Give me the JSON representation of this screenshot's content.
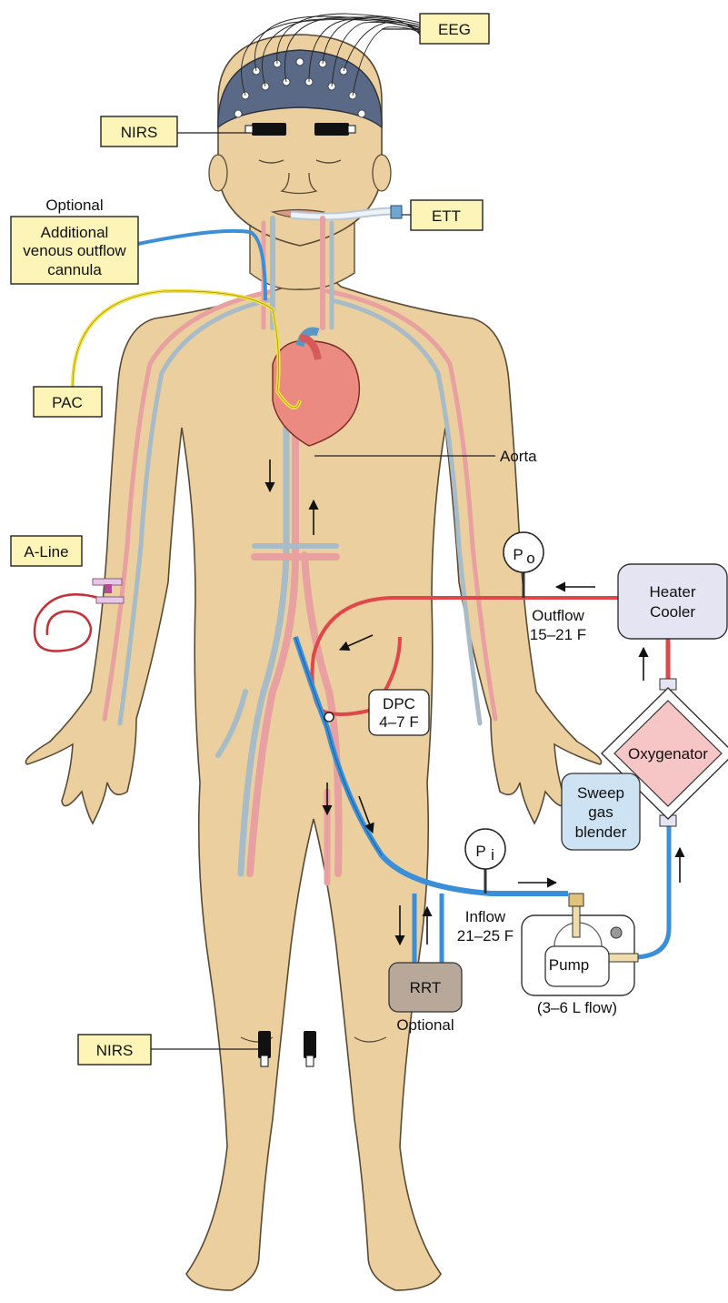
{
  "labels": {
    "eeg": "EEG",
    "nirs_head": "NIRS",
    "optional_top": "Optional",
    "additional_venous": [
      "Additional",
      "venous outflow",
      "cannula"
    ],
    "ett": "ETT",
    "pac": "PAC",
    "aorta": "Aorta",
    "a_line": "A-Line",
    "po_letter": "P",
    "po_sub": "o",
    "outflow": [
      "Outflow",
      "15–21 F"
    ],
    "heater_cooler": [
      "Heater",
      "Cooler"
    ],
    "dpc": [
      "DPC",
      "4–7 F"
    ],
    "oxygenator": "Oxygenator",
    "sweep": [
      "Sweep",
      "gas",
      "blender"
    ],
    "pi_letter": "P",
    "pi_sub": "i",
    "inflow": [
      "Inflow",
      "21–25 F"
    ],
    "pump": "Pump",
    "flow": "(3–6 L flow)",
    "rrt": "RRT",
    "optional_rrt": "Optional",
    "nirs_leg": "NIRS"
  },
  "colors": {
    "skin": "#ebcf9f",
    "skin_outline": "#5a4a35",
    "artery": "#e0474a",
    "vein": "#3a8fd8",
    "pac_line": "#f2e142",
    "label_box": "#fdf5b8",
    "heater_box": "#e4e4f2",
    "oxygenator": "#f6c6c6",
    "sweep_box": "#cde2f2",
    "rrt_box": "#b8a89a"
  }
}
